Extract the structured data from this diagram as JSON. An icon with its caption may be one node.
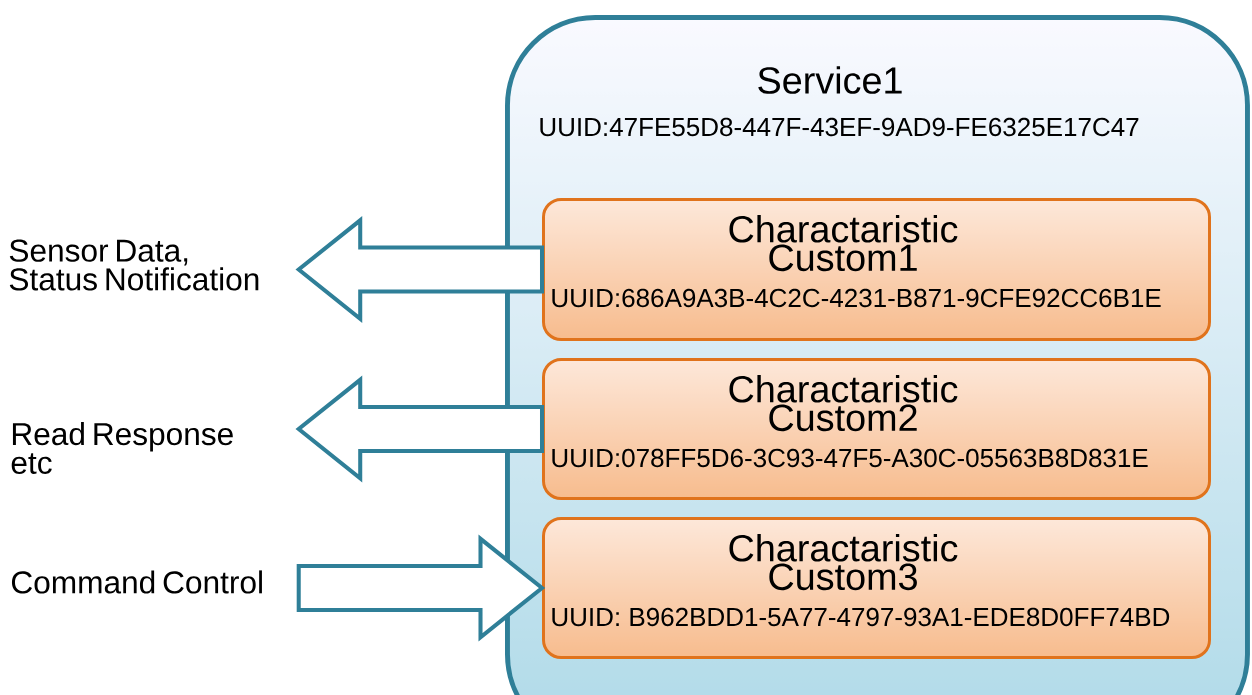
{
  "diagram": {
    "nodes": [
      {
        "text": [
          "Service1",
          "UUID:47FE55D8-447F-43EF-9AD9-FE6325E17C47"
        ]
      },
      {
        "text": [
          "Charactaristic Custom1",
          "UUID:686A9A3B-4C2C-4231-B871-9CFE92CC6B1E"
        ],
        "in": 0
      },
      {
        "text": [
          "Charactaristic Custom2",
          "UUID:078FF5D6-3C93-47F5-A30C-05563B8D831E"
        ],
        "in": 0
      },
      {
        "text": [
          "Charactaristic Custom3",
          "UUID: B962BDD1-5A77-4797-93A1-EDE8D0FF74BD"
        ],
        "in": 0
      },
      {
        "text": [
          "Sensor Data, Status Notification"
        ]
      },
      {
        "text": [
          "Read Response etc"
        ]
      },
      {
        "text": [
          "Command Control"
        ]
      }
    ],
    "edges": [
      {
        "from": 1,
        "to": 4,
        "arrow": "to"
      },
      {
        "from": 2,
        "to": 5,
        "arrow": "to"
      },
      {
        "from": 6,
        "to": 3,
        "arrow": "to"
      }
    ]
  }
}
